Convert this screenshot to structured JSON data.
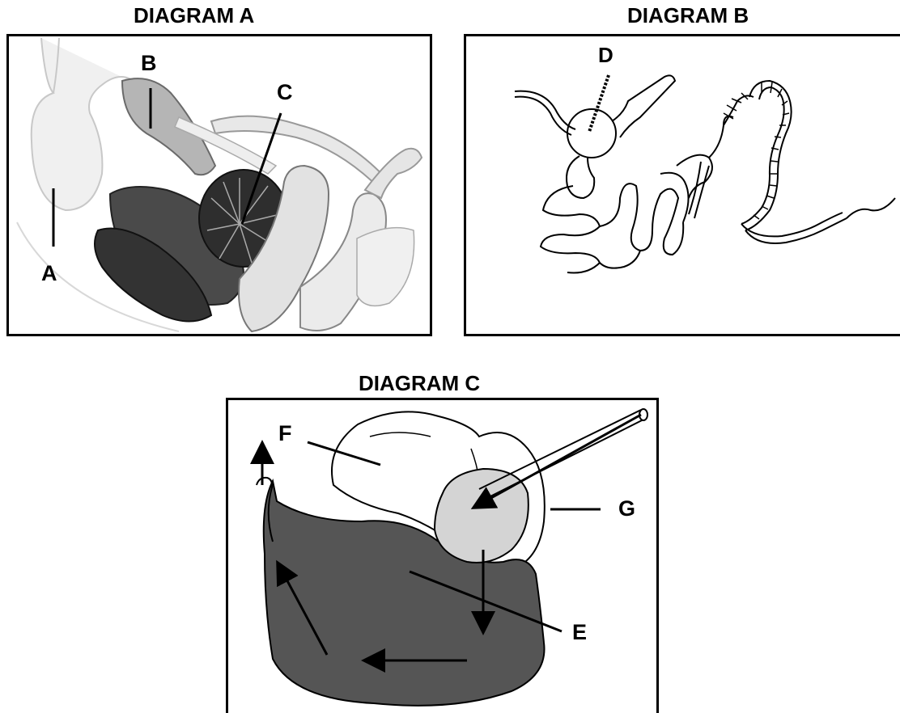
{
  "diagram_a": {
    "title": "DIAGRAM A",
    "labels": {
      "a": "A",
      "b": "B",
      "c": "C"
    }
  },
  "diagram_b": {
    "title": "DIAGRAM B",
    "labels": {
      "d": "D"
    }
  },
  "diagram_c": {
    "title": "DIAGRAM C",
    "labels": {
      "e": "E",
      "f": "F",
      "g": "G"
    }
  },
  "colors": {
    "dark_organ": "#555555",
    "light_organ": "#d4d4d4",
    "line": "#000000"
  }
}
